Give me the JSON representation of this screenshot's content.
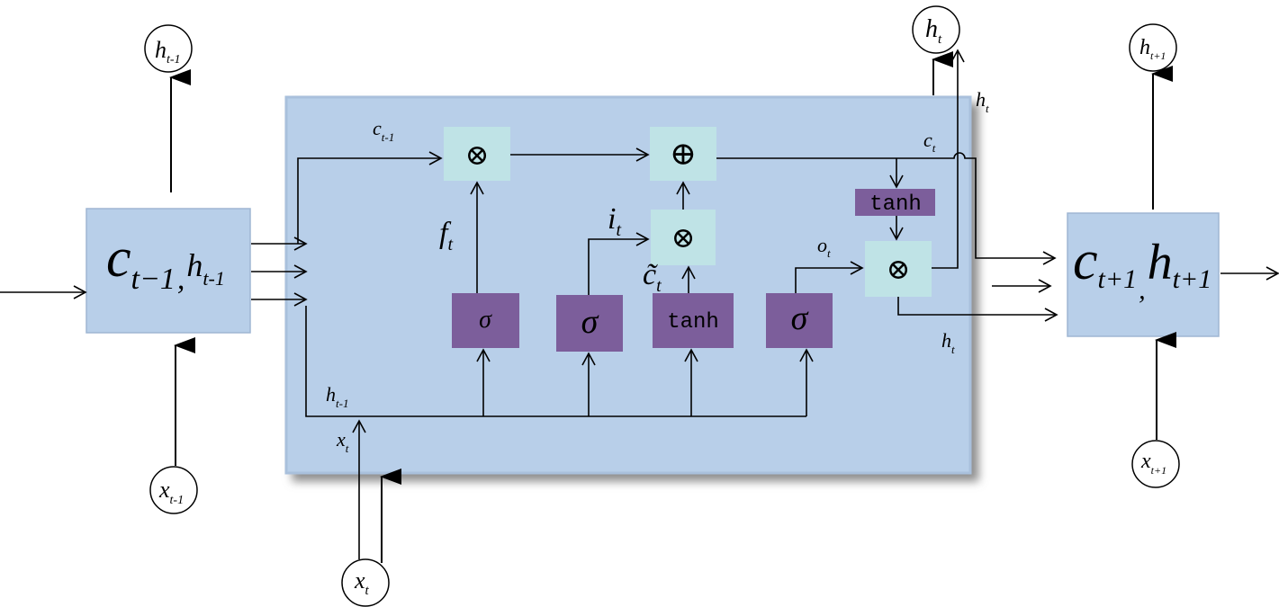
{
  "labels": {
    "h_prev": "h",
    "h_prev_sub": "t-1",
    "x_prev": "x",
    "x_prev_sub": "t-1",
    "h_cur": "h",
    "h_cur_sub": "t",
    "x_cur": "x",
    "x_cur_sub": "t",
    "h_next": "h",
    "h_next_sub": "t+1",
    "x_next": "x",
    "x_next_sub": "t+1",
    "cell_prev_c": "c",
    "cell_prev_c_sub": "t−1",
    "cell_prev_sep": ",",
    "cell_prev_h": "h",
    "cell_prev_h_sub": "t-1",
    "cell_next_c": "c",
    "cell_next_c_sub": "t+1",
    "cell_next_sep": ",",
    "cell_next_h": "h",
    "cell_next_h_sub": "t+1",
    "c_in": "c",
    "c_in_sub": "t-1",
    "h_in": "h",
    "h_in_sub": "t-1",
    "x_in": "x",
    "x_in_sub": "t",
    "c_out": "c",
    "c_out_sub": "t",
    "h_out_top": "h",
    "h_out_top_sub": "t",
    "h_out_bottom": "h",
    "h_out_bottom_sub": "t",
    "f_gate": "f",
    "f_gate_sub": "t",
    "i_gate": "i",
    "i_gate_sub": "t",
    "o_gate": "o",
    "o_gate_sub": "t",
    "c_tilde": "c̃",
    "c_tilde_sub": "t"
  },
  "ops": {
    "multiply": "⊗",
    "add": "⊕",
    "sigma": "σ",
    "tanh": "tanh"
  },
  "colors": {
    "cell_body": "#b8cfe9",
    "cell_border": "#9fb6d3",
    "cell_shadow": "#8f8f8f",
    "op_box": "#bfe3e6",
    "gate_box": "#7c5e9b",
    "gate_text": "#000000",
    "line": "#000000"
  }
}
